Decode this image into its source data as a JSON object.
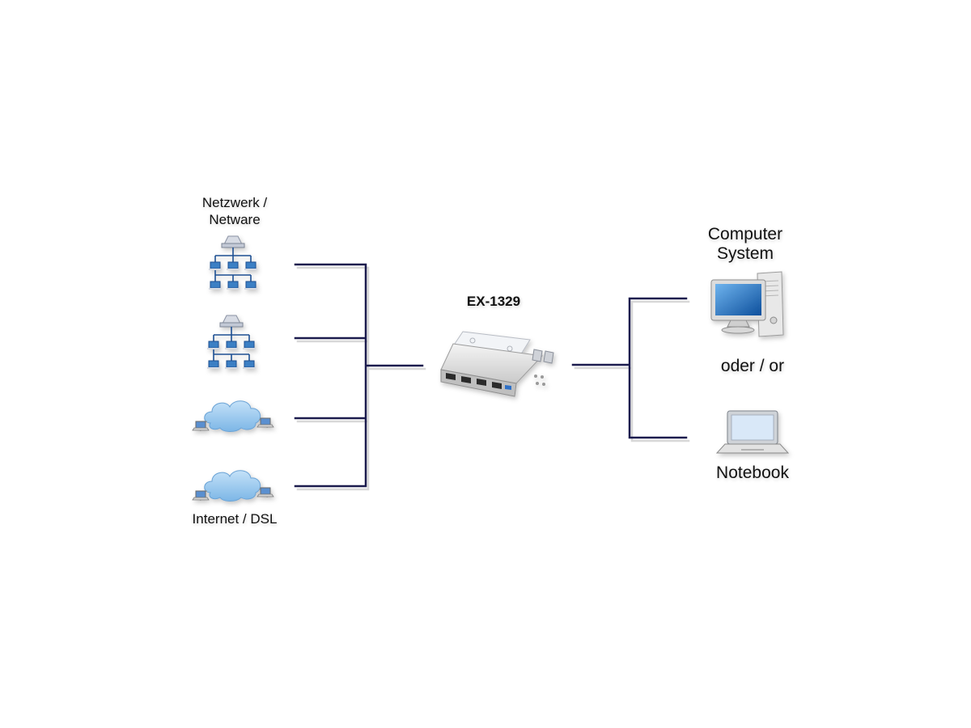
{
  "left_sources": {
    "network_label_line1": "Netzwerk /",
    "network_label_line2": "Netware",
    "internet_label": "Internet / DSL"
  },
  "device": {
    "model": "EX-1329"
  },
  "right_hosts": {
    "computer_label_line1": "Computer",
    "computer_label_line2": "System",
    "or_label": "oder / or",
    "notebook_label": "Notebook"
  },
  "colors": {
    "connector_line": "#1c1c4e",
    "network_node": "#3b7fc4",
    "cloud": "#9fcaf0",
    "monitor_screen": "#1f6fc2",
    "case": "#e6e6e6"
  },
  "icons": [
    "network-tree-icon",
    "network-tree-icon",
    "internet-cloud-icon",
    "internet-cloud-icon",
    "usb-ethernet-hub-icon",
    "desktop-computer-icon",
    "notebook-icon"
  ]
}
